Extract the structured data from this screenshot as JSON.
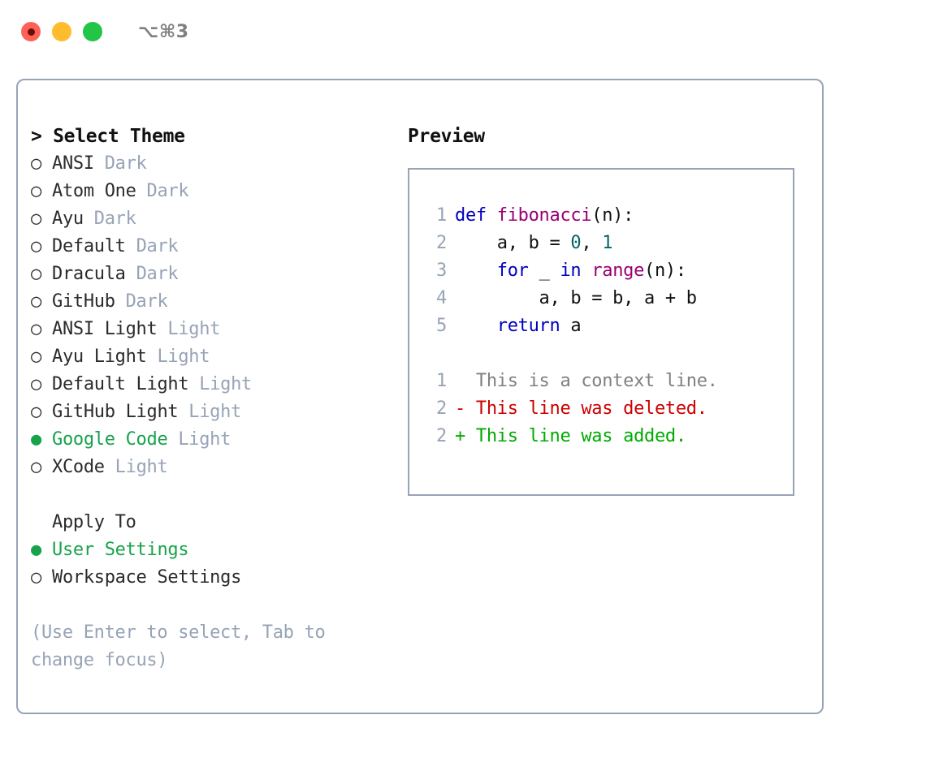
{
  "window": {
    "traffic_lights": [
      "close",
      "minimize",
      "maximize"
    ],
    "shortcut_label": "⌥⌘3",
    "colors": {
      "close": "#ff6159",
      "minimize": "#ffbd2e",
      "maximize": "#22c545",
      "panel_border": "#97a3b6",
      "accent_green": "#16a34a",
      "muted": "#97a3b6"
    }
  },
  "theme_selector": {
    "heading": "> Select Theme",
    "marker_unselected": "○",
    "marker_selected": "●",
    "options": [
      {
        "name": "ANSI",
        "kind": "Dark",
        "selected": false
      },
      {
        "name": "Atom One",
        "kind": "Dark",
        "selected": false
      },
      {
        "name": "Ayu",
        "kind": "Dark",
        "selected": false
      },
      {
        "name": "Default",
        "kind": "Dark",
        "selected": false
      },
      {
        "name": "Dracula",
        "kind": "Dark",
        "selected": false
      },
      {
        "name": "GitHub",
        "kind": "Dark",
        "selected": false
      },
      {
        "name": "ANSI Light",
        "kind": "Light",
        "selected": false
      },
      {
        "name": "Ayu Light",
        "kind": "Light",
        "selected": false
      },
      {
        "name": "Default Light",
        "kind": "Light",
        "selected": false
      },
      {
        "name": "GitHub Light",
        "kind": "Light",
        "selected": false
      },
      {
        "name": "Google Code",
        "kind": "Light",
        "selected": true
      },
      {
        "name": "XCode",
        "kind": "Light",
        "selected": false
      }
    ]
  },
  "apply_to": {
    "title": "Apply To",
    "options": [
      {
        "name": "User Settings",
        "selected": true
      },
      {
        "name": "Workspace Settings",
        "selected": false
      }
    ]
  },
  "hint": "(Use Enter to select, Tab to change focus)",
  "preview": {
    "title": "Preview",
    "code_lines": [
      {
        "ln": "1",
        "tokens": [
          {
            "t": "def ",
            "c": "kw"
          },
          {
            "t": "fibonacci",
            "c": "fn"
          },
          {
            "t": "(n):",
            "c": "plain"
          }
        ]
      },
      {
        "ln": "2",
        "tokens": [
          {
            "t": "    a, b = ",
            "c": "plain"
          },
          {
            "t": "0",
            "c": "num"
          },
          {
            "t": ", ",
            "c": "plain"
          },
          {
            "t": "1",
            "c": "num"
          }
        ]
      },
      {
        "ln": "3",
        "tokens": [
          {
            "t": "    ",
            "c": "plain"
          },
          {
            "t": "for",
            "c": "kw"
          },
          {
            "t": " _ ",
            "c": "plain"
          },
          {
            "t": "in",
            "c": "kw"
          },
          {
            "t": " ",
            "c": "plain"
          },
          {
            "t": "range",
            "c": "fn"
          },
          {
            "t": "(n):",
            "c": "plain"
          }
        ]
      },
      {
        "ln": "4",
        "tokens": [
          {
            "t": "        a, b = b, a + b",
            "c": "plain"
          }
        ]
      },
      {
        "ln": "5",
        "tokens": [
          {
            "t": "    ",
            "c": "plain"
          },
          {
            "t": "return",
            "c": "kw"
          },
          {
            "t": " a",
            "c": "plain"
          }
        ]
      }
    ],
    "diff_lines": [
      {
        "ln": "1",
        "text": "  This is a context line.",
        "c": "ctx"
      },
      {
        "ln": "2",
        "text": "- This line was deleted.",
        "c": "del"
      },
      {
        "ln": "2",
        "text": "+ This line was added.",
        "c": "add"
      }
    ]
  }
}
